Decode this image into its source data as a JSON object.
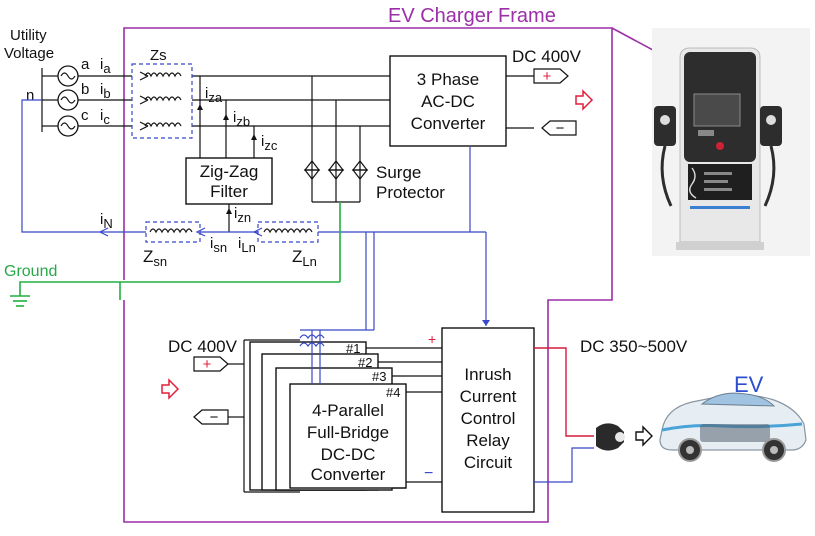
{
  "labels": {
    "utility_line1": "Utility",
    "utility_line2": "Voltage",
    "phase_a": "a",
    "phase_b": "b",
    "phase_c": "c",
    "neutral": "n",
    "ground": "Ground",
    "frame_title": "EV Charger Frame",
    "zs": "Zs",
    "zsn_main": "Z",
    "zsn_sub": "sn",
    "zln_main": "Z",
    "zln_sub": "Ln",
    "ia_main": "i",
    "ia_sub": "a",
    "ib_main": "i",
    "ib_sub": "b",
    "ic_main": "i",
    "ic_sub": "c",
    "iza_main": "i",
    "iza_sub": "za",
    "izb_main": "i",
    "izb_sub": "zb",
    "izc_main": "i",
    "izc_sub": "zc",
    "izn_main": "i",
    "izn_sub": "zn",
    "in_main": "i",
    "in_sub": "N",
    "isn_main": "i",
    "isn_sub": "sn",
    "iln_main": "i",
    "iln_sub": "Ln",
    "zigzag_line1": "Zig-Zag",
    "zigzag_line2": "Filter",
    "surge_line1": "Surge",
    "surge_line2": "Protector",
    "acdc_line1": "3 Phase",
    "acdc_line2": "AC-DC",
    "acdc_line3": "Converter",
    "dc400_top": "DC 400V",
    "dc400_left": "DC 400V",
    "dc_range": "DC 350~500V",
    "plus": "+",
    "minus": "−",
    "unit1": "#1",
    "unit2": "#2",
    "unit3": "#3",
    "unit4": "#4",
    "dcdc_line1": "4-Parallel",
    "dcdc_line2": "Full-Bridge",
    "dcdc_line3": "DC-DC",
    "dcdc_line4": "Converter",
    "inrush_line1": "Inrush",
    "inrush_line2": "Current",
    "inrush_line3": "Control",
    "inrush_line4": "Relay",
    "inrush_line5": "Circuit",
    "ev": "EV"
  },
  "colors": {
    "frame": "#9b2fa8",
    "ground": "#20b040",
    "neutral_wire": "#3848c8",
    "dc_output": "#d41c3c",
    "ev_text": "#2b4fd0",
    "arrow_red": "#e0203c"
  }
}
